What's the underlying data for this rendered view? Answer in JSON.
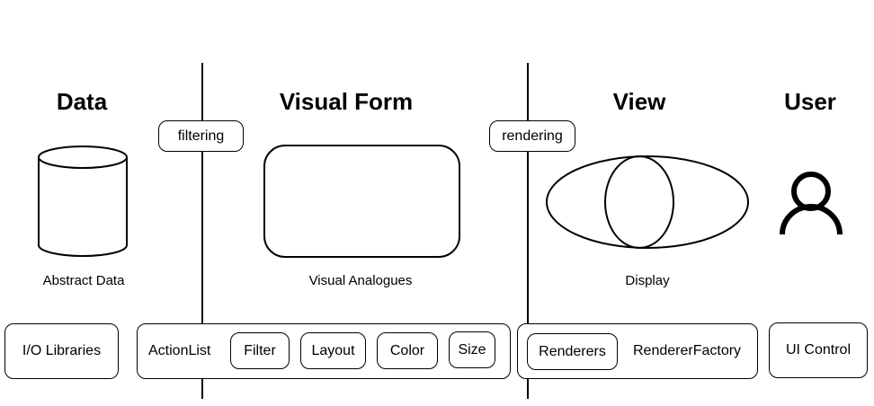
{
  "stages": {
    "data": "Data",
    "visual_form": "Visual Form",
    "view": "View",
    "user": "User"
  },
  "transitions": {
    "filtering": "filtering",
    "rendering": "rendering"
  },
  "captions": {
    "abstract_data": "Abstract Data",
    "visual_analogues": "Visual Analogues",
    "display": "Display"
  },
  "components": {
    "io_libraries": "I/O Libraries",
    "action_list": "ActionList",
    "filter": "Filter",
    "layout": "Layout",
    "color": "Color",
    "size": "Size",
    "renderers": "Renderers",
    "renderer_factory": "RendererFactory",
    "ui_control": "UI Control"
  },
  "icons": {
    "data": "database-cylinder-icon",
    "visual_form": "rounded-rectangle-shape",
    "view": "eye-icon",
    "user": "user-icon"
  }
}
